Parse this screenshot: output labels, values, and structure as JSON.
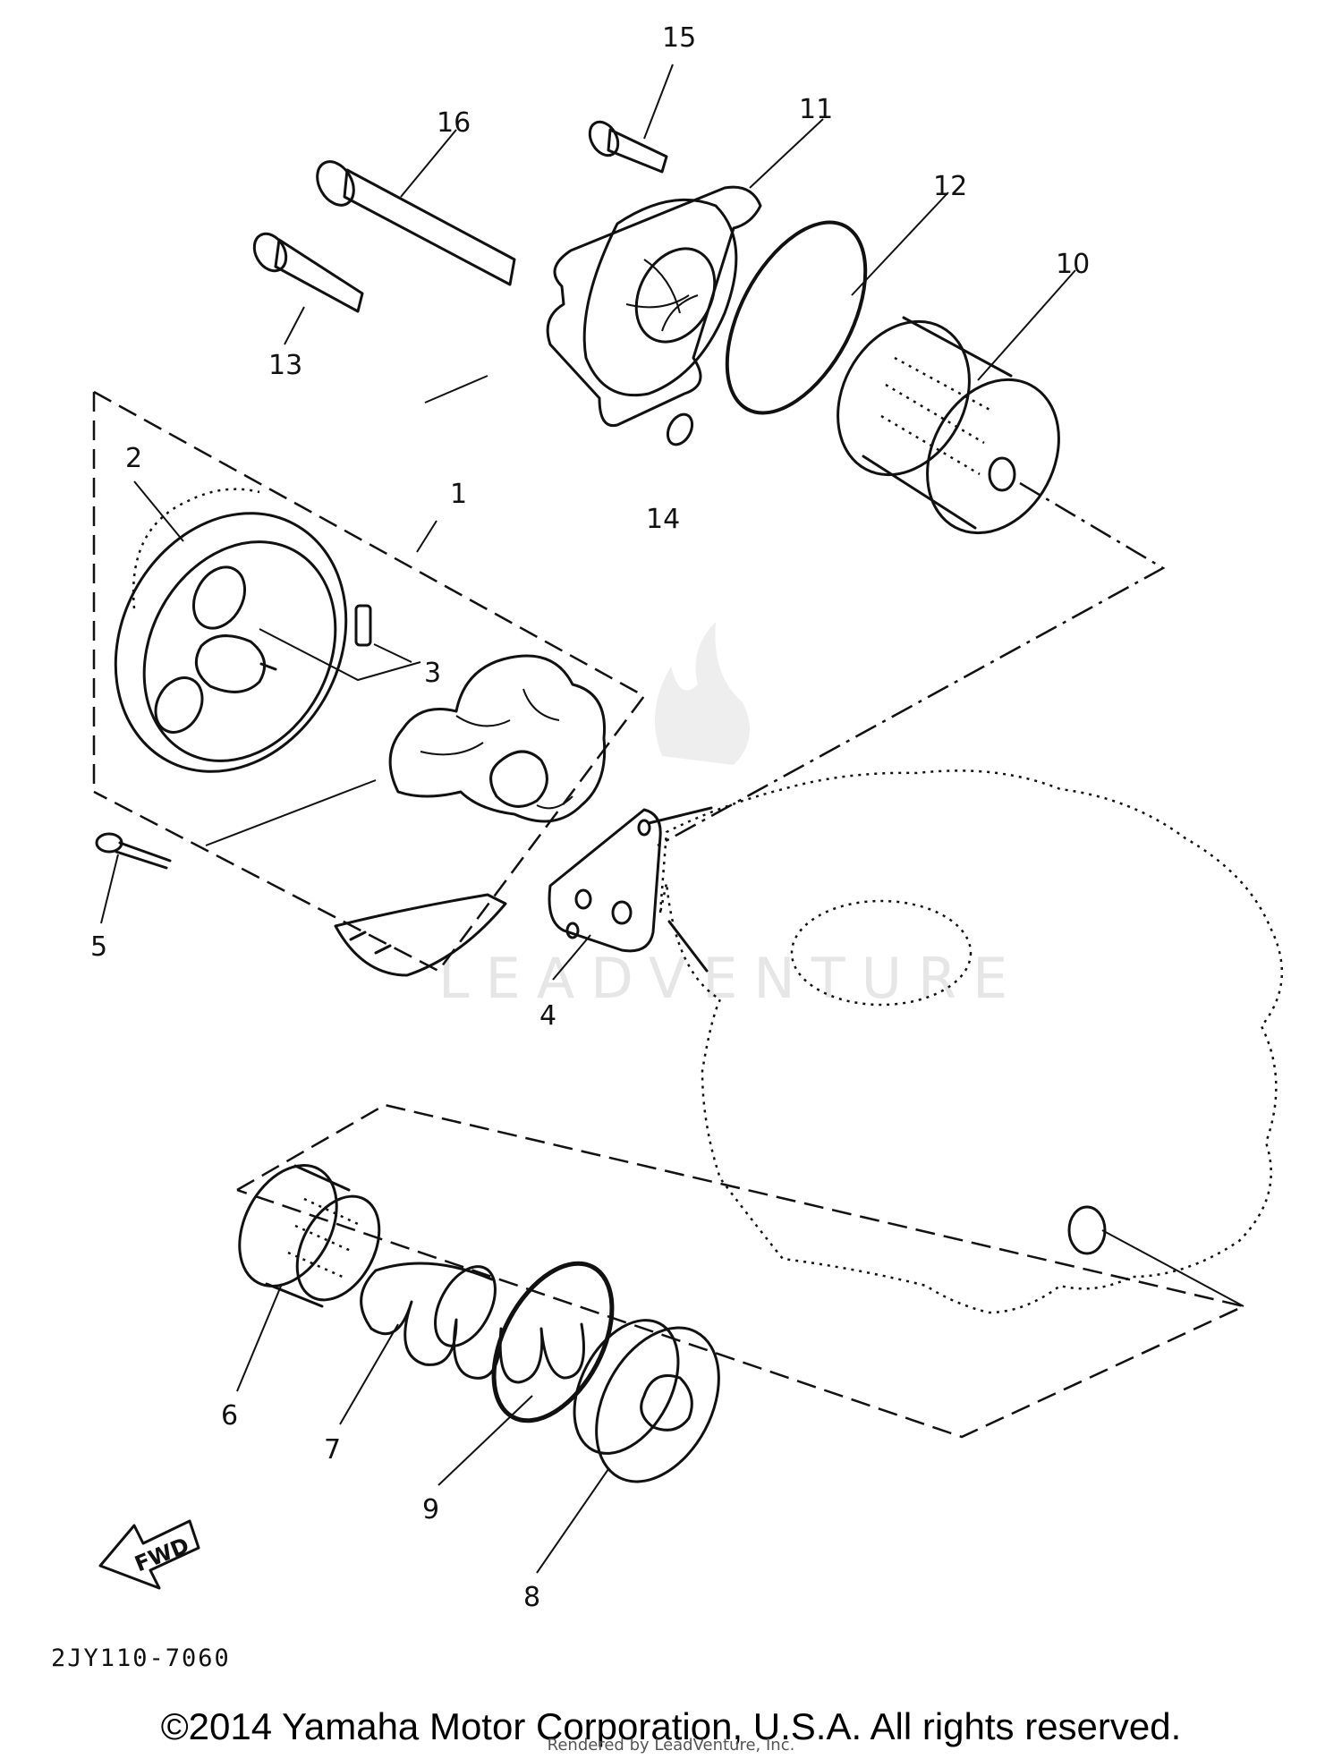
{
  "diagram": {
    "callouts": [
      "1",
      "2",
      "3",
      "4",
      "5",
      "6",
      "7",
      "8",
      "9",
      "10",
      "11",
      "12",
      "13",
      "14",
      "15",
      "16"
    ],
    "direction_label": "FWD",
    "part_code": "2JY110-7060",
    "watermark": "LEADVENTURE"
  },
  "footer": {
    "copyright": "©2014 Yamaha Motor Corporation, U.S.A. All rights reserved.",
    "rendered_by": "Rendered by LeadVenture, Inc."
  }
}
